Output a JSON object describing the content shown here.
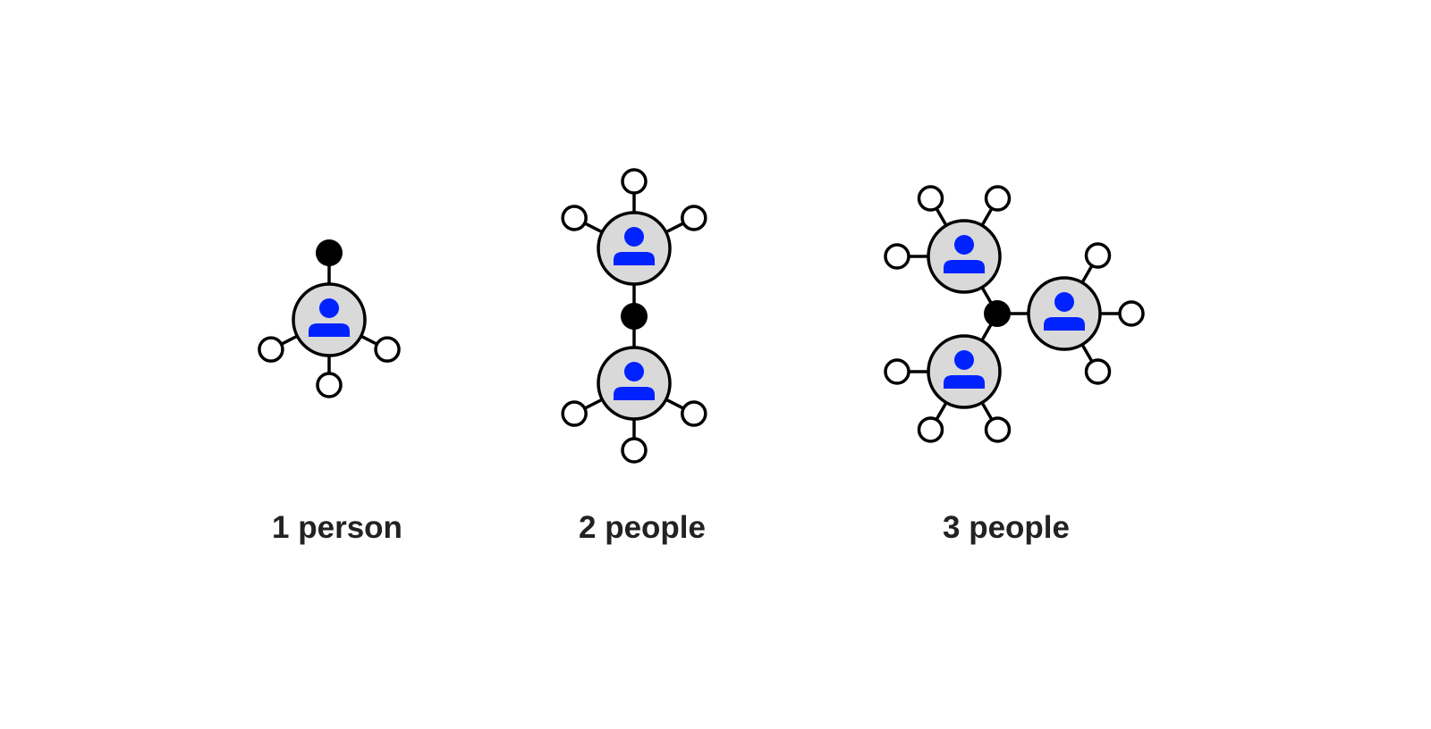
{
  "colors": {
    "person_fill": "#d9d9d9",
    "person_icon": "#0022ff",
    "stroke": "#000000",
    "shared_dot": "#000000",
    "open_dot": "#ffffff",
    "caption": "#222222"
  },
  "icons": {
    "person": "person-icon",
    "shared_connector": "filled-circle-icon",
    "open_connector": "open-circle-icon"
  },
  "groups": [
    {
      "label": "1 person",
      "people": 1
    },
    {
      "label": "2 people",
      "people": 2
    },
    {
      "label": "3 people",
      "people": 3
    }
  ]
}
